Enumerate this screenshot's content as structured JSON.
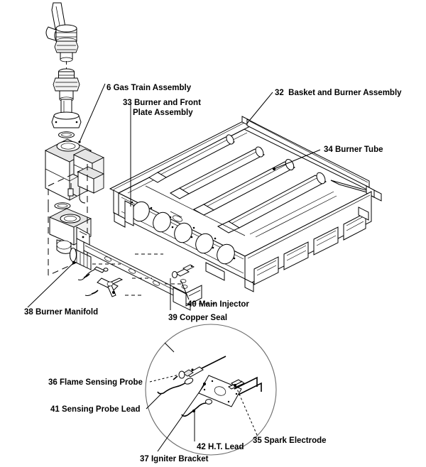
{
  "diagram": {
    "title": "Gas Burner Assembly Exploded Parts Diagram",
    "background_color": "#ffffff",
    "line_color": "#000000",
    "detail_circle_color": "#6b6b6b"
  },
  "labels": {
    "gas_train": "6 Gas Train Assembly",
    "burner_front_plate_line1": "33 Burner and Front",
    "burner_front_plate_line2": "Plate Assembly",
    "basket_burner": "32  Basket and Burner Assembly",
    "burner_tube": "34 Burner Tube",
    "burner_manifold": "38 Burner Manifold",
    "main_injector": "40 Main Injector",
    "copper_seal": "39 Copper Seal",
    "flame_sensing_probe": "36 Flame Sensing Probe",
    "sensing_probe_lead": "41 Sensing Probe Lead",
    "spark_electrode": "35 Spark Electrode",
    "ht_lead": "42 H.T. Lead",
    "igniter_bracket": "37 Igniter Bracket"
  },
  "parts": [
    {
      "item": "6",
      "name": "Gas Train Assembly"
    },
    {
      "item": "32",
      "name": "Basket and Burner Assembly"
    },
    {
      "item": "33",
      "name": "Burner and Front Plate Assembly"
    },
    {
      "item": "34",
      "name": "Burner Tube"
    },
    {
      "item": "35",
      "name": "Spark Electrode"
    },
    {
      "item": "36",
      "name": "Flame Sensing Probe"
    },
    {
      "item": "37",
      "name": "Igniter Bracket"
    },
    {
      "item": "38",
      "name": "Burner Manifold"
    },
    {
      "item": "39",
      "name": "Copper Seal"
    },
    {
      "item": "40",
      "name": "Main Injector"
    },
    {
      "item": "41",
      "name": "Sensing Probe Lead"
    },
    {
      "item": "42",
      "name": "H.T. Lead"
    }
  ]
}
